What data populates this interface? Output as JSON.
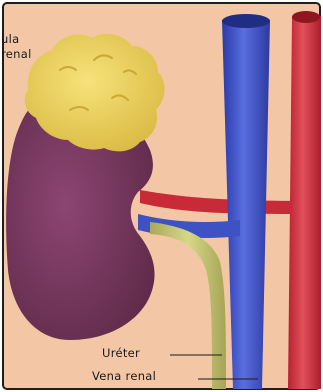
{
  "diagram": {
    "labels": {
      "adrenal_gland_line1": "ula",
      "adrenal_gland_line2": "renal",
      "ureter": "Uréter",
      "renal_vein": "Vena renal"
    },
    "colors": {
      "background": "#f3c7a6",
      "frame_border": "#1f1f1f",
      "kidney": "#7b3a61",
      "adrenal_gland": "#efd25a",
      "vein": "#3f53c8",
      "artery": "#cf2f3c",
      "ureter": "#c2c271"
    }
  }
}
